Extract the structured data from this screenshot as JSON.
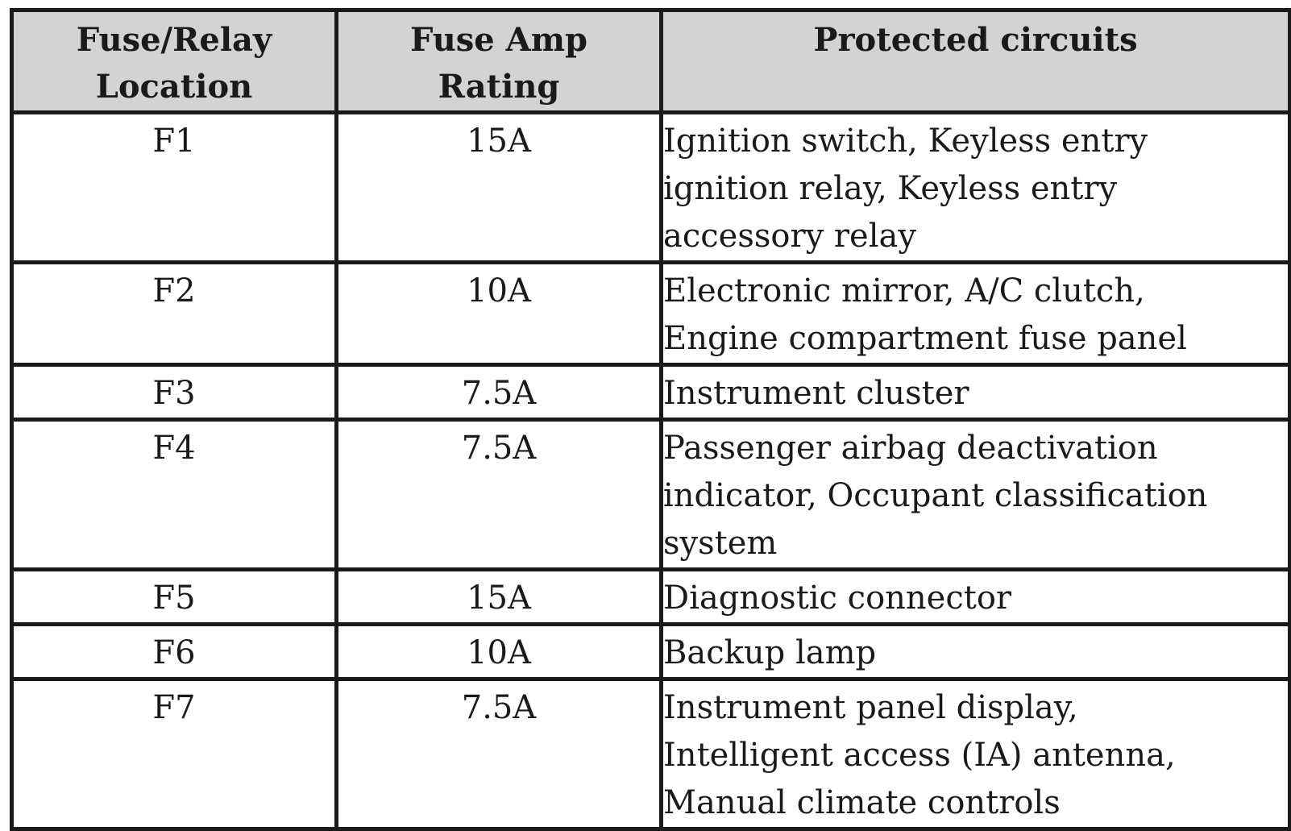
{
  "table": {
    "headers": [
      {
        "lines": [
          "Fuse/Relay",
          "Location"
        ]
      },
      {
        "lines": [
          "Fuse Amp",
          "Rating"
        ]
      },
      {
        "lines": [
          "Protected circuits"
        ]
      }
    ],
    "rows": [
      {
        "location": "F1",
        "rating": "15A",
        "circuits": [
          "Ignition switch, Keyless entry",
          "ignition relay, Keyless entry",
          "accessory relay"
        ]
      },
      {
        "location": "F2",
        "rating": "10A",
        "circuits": [
          "Electronic mirror, A/C clutch,",
          "Engine compartment fuse panel"
        ]
      },
      {
        "location": "F3",
        "rating": "7.5A",
        "circuits": [
          "Instrument cluster"
        ]
      },
      {
        "location": "F4",
        "rating": "7.5A",
        "circuits": [
          "Passenger airbag deactivation",
          "indicator, Occupant classification",
          "system"
        ]
      },
      {
        "location": "F5",
        "rating": "15A",
        "circuits": [
          "Diagnostic connector"
        ]
      },
      {
        "location": "F6",
        "rating": "10A",
        "circuits": [
          "Backup lamp"
        ]
      },
      {
        "location": "F7",
        "rating": "7.5A",
        "circuits": [
          "Instrument panel display,",
          "Intelligent access (IA) antenna,",
          "Manual climate controls"
        ]
      }
    ]
  }
}
